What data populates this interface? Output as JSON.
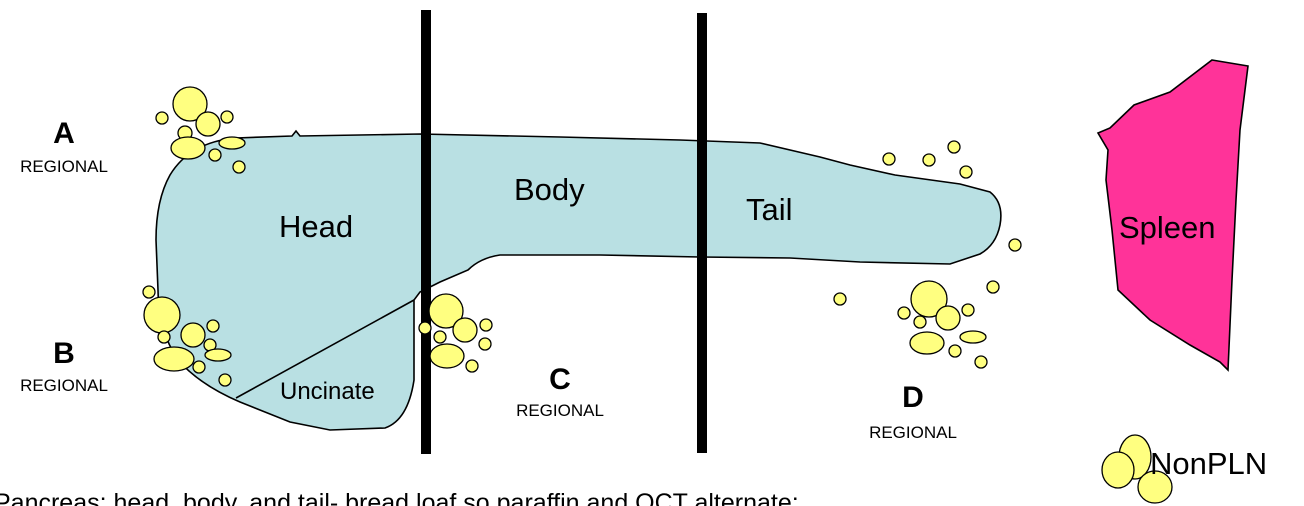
{
  "colors": {
    "pancreas": "#b9e0e3",
    "spleen": "#ff3399",
    "lymph_node": "#ffff80",
    "outline": "#000000",
    "background": "#ffffff"
  },
  "pancreas_parts": {
    "head": "Head",
    "body": "Body",
    "tail": "Tail",
    "uncinate": "Uncinate"
  },
  "spleen_label": "Spleen",
  "regions": {
    "a": {
      "letter": "A",
      "word": "REGIONAL"
    },
    "b": {
      "letter": "B",
      "word": "REGIONAL"
    },
    "c": {
      "letter": "C",
      "word": "REGIONAL"
    },
    "d": {
      "letter": "D",
      "word": "REGIONAL"
    }
  },
  "legend": {
    "label": "NonPLN",
    "icon": "lymph-node-cluster-icon"
  },
  "caption": "Pancreas: head, body, and tail- bread loaf so paraffin and OCT alternate;"
}
